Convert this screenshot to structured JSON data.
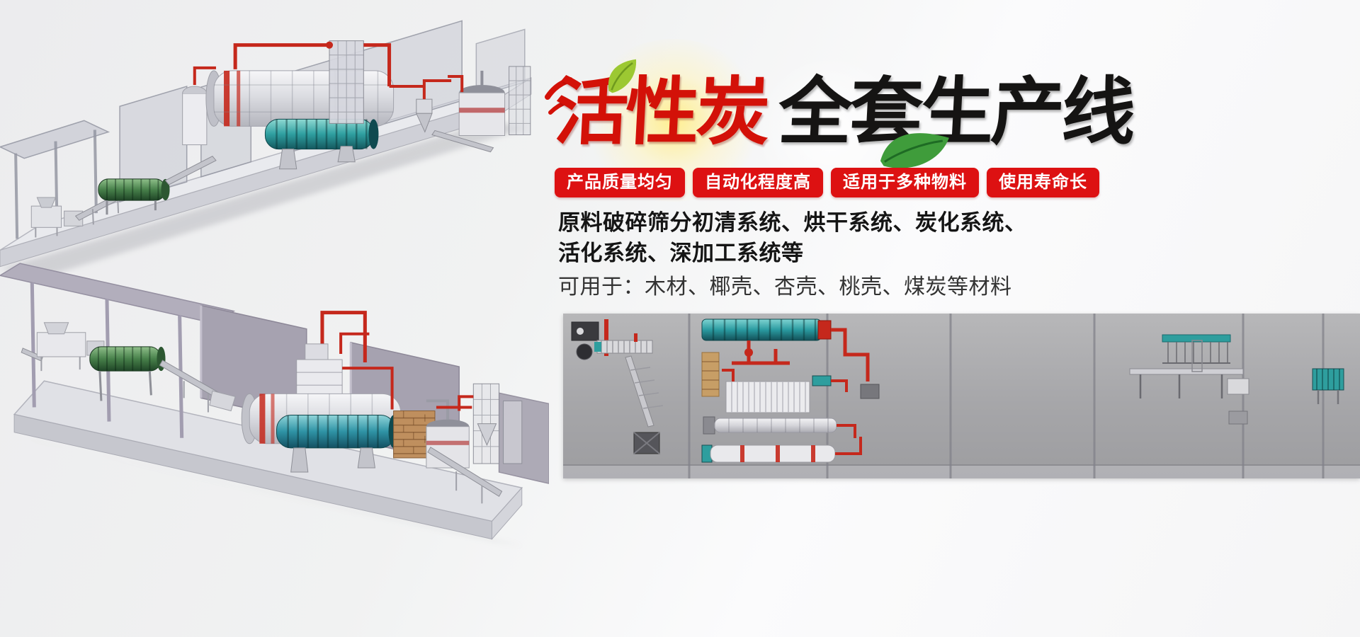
{
  "banner": {
    "title": {
      "red_text": "活性炭",
      "black_text": "全套生产线",
      "red_color": "#d31108",
      "black_color": "#151413"
    },
    "badges": {
      "color": "#dd1112",
      "items": [
        {
          "label": "产品质量均匀"
        },
        {
          "label": "自动化程度高"
        },
        {
          "label": "适用于多种物料"
        },
        {
          "label": "使用寿命长"
        }
      ]
    },
    "description": {
      "line1": "原料破碎筛分初清系统、烘干系统、炭化系统、",
      "line2": "活化系统、深加工系统等",
      "line3": "可用于：木材、椰壳、杏壳、桃壳、煤炭等材料"
    },
    "illustrations": {
      "top_left": "activated-carbon-production-line-3d-render-1",
      "bottom_left": "activated-carbon-production-line-3d-render-2",
      "bottom_right": "production-line-equipment-layout-diagram"
    },
    "decorations": {
      "leaf_color": "#3f9c3b",
      "glow_color": "#ffee8c"
    }
  }
}
